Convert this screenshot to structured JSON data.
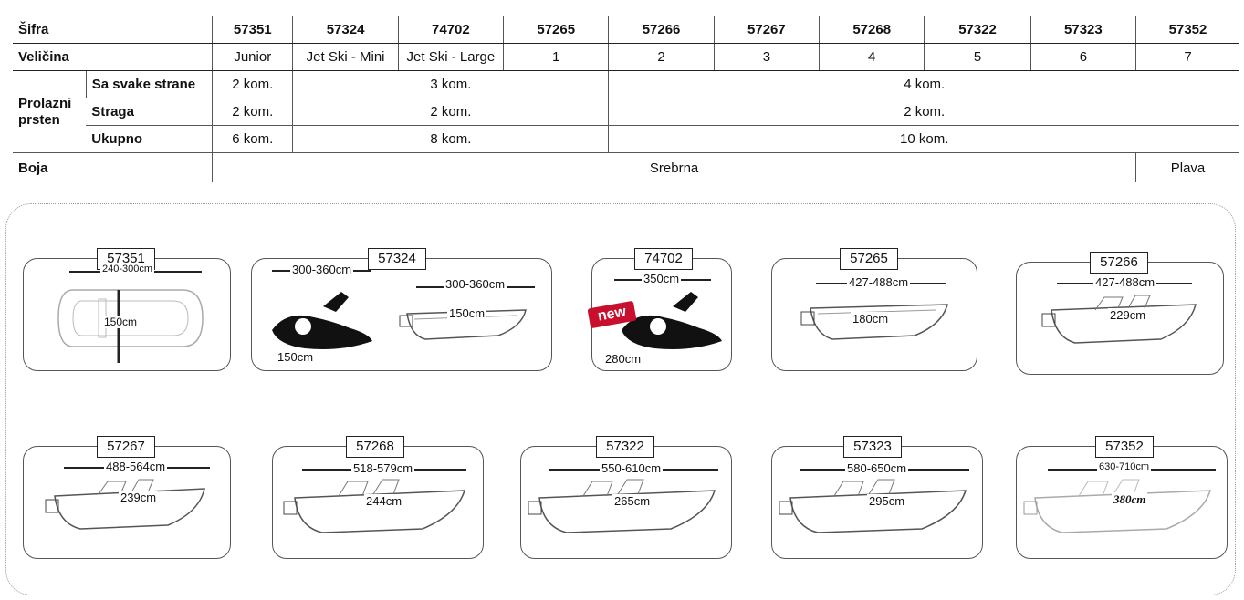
{
  "table": {
    "sifra_label": "Šifra",
    "codes": [
      "57351",
      "57324",
      "74702",
      "57265",
      "57266",
      "57267",
      "57268",
      "57322",
      "57323",
      "57352"
    ],
    "velicina_label": "Veličina",
    "sizes": [
      "Junior",
      "Jet Ski - Mini",
      "Jet Ski - Large",
      "1",
      "2",
      "3",
      "4",
      "5",
      "6",
      "7"
    ],
    "ring_label": "Prolazni prsten",
    "sides_label": "Sa svake strane",
    "sides": [
      "2 kom.",
      "3 kom.",
      "4 kom."
    ],
    "rear_label": "Straga",
    "rear": [
      "2 kom.",
      "2 kom.",
      "2 kom."
    ],
    "total_label": "Ukupno",
    "total": [
      "6 kom.",
      "8 kom.",
      "10 kom."
    ],
    "color_label": "Boja",
    "colors": [
      "Srebrna",
      "Plava"
    ]
  },
  "cards": [
    {
      "code": "57351",
      "length": "240-300cm",
      "width": "150cm"
    },
    {
      "code": "57324",
      "length": "300-360cm",
      "width": "150cm",
      "length2": "300-360cm",
      "width2": "150cm"
    },
    {
      "code": "74702",
      "length": "350cm",
      "width": "280cm",
      "badge": "new"
    },
    {
      "code": "57265",
      "length": "427-488cm",
      "width": "180cm"
    },
    {
      "code": "57266",
      "length": "427-488cm",
      "width": "229cm"
    },
    {
      "code": "57267",
      "length": "488-564cm",
      "width": "239cm"
    },
    {
      "code": "57268",
      "length": "518-579cm",
      "width": "244cm"
    },
    {
      "code": "57322",
      "length": "550-610cm",
      "width": "265cm"
    },
    {
      "code": "57323",
      "length": "580-650cm",
      "width": "295cm"
    },
    {
      "code": "57352",
      "length": "630-710cm",
      "width": "380cm"
    }
  ]
}
